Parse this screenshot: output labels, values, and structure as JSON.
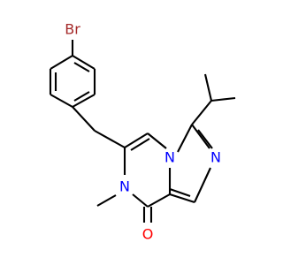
{
  "molecule": {
    "atoms": {
      "bromine": "Br",
      "ring_nitrogen_top": "N",
      "ring_nitrogen_right": "N",
      "ring_nitrogen_methyl": "N",
      "carbonyl_oxygen": "O"
    },
    "colors": {
      "bond": "#000000",
      "bromine": "#a52a2a",
      "nitrogen": "#0000ff",
      "oxygen": "#ff0000"
    }
  }
}
